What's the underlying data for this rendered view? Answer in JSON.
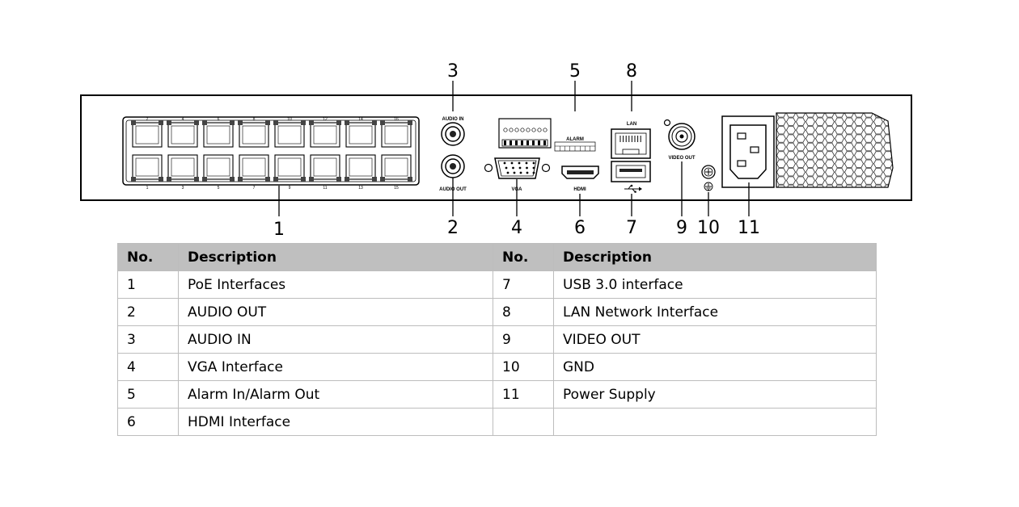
{
  "panel": {
    "labels": {
      "audio_in": "AUDIO IN",
      "audio_out": "AUDIO OUT",
      "vga": "VGA",
      "alarm": "ALARM",
      "hdmi": "HDMI",
      "lan": "LAN",
      "video_out": "VIDEO OUT"
    },
    "port_numbers_top": [
      "2",
      "4",
      "6",
      "8",
      "10",
      "12",
      "14",
      "16"
    ],
    "port_numbers_bottom": [
      "1",
      "3",
      "5",
      "7",
      "9",
      "11",
      "13",
      "15"
    ],
    "callouts": [
      "1",
      "2",
      "3",
      "4",
      "5",
      "6",
      "7",
      "8",
      "9",
      "10",
      "11"
    ]
  },
  "table": {
    "headers": [
      "No.",
      "Description",
      "No.",
      "Description"
    ],
    "rows": [
      [
        "1",
        "PoE Interfaces",
        "7",
        "USB 3.0 interface"
      ],
      [
        "2",
        "AUDIO OUT",
        "8",
        "LAN Network Interface"
      ],
      [
        "3",
        "AUDIO IN",
        "9",
        "VIDEO OUT"
      ],
      [
        "4",
        "VGA Interface",
        "10",
        "GND"
      ],
      [
        "5",
        "Alarm In/Alarm Out",
        "11",
        "Power Supply"
      ],
      [
        "6",
        "HDMI Interface",
        "",
        ""
      ]
    ]
  }
}
